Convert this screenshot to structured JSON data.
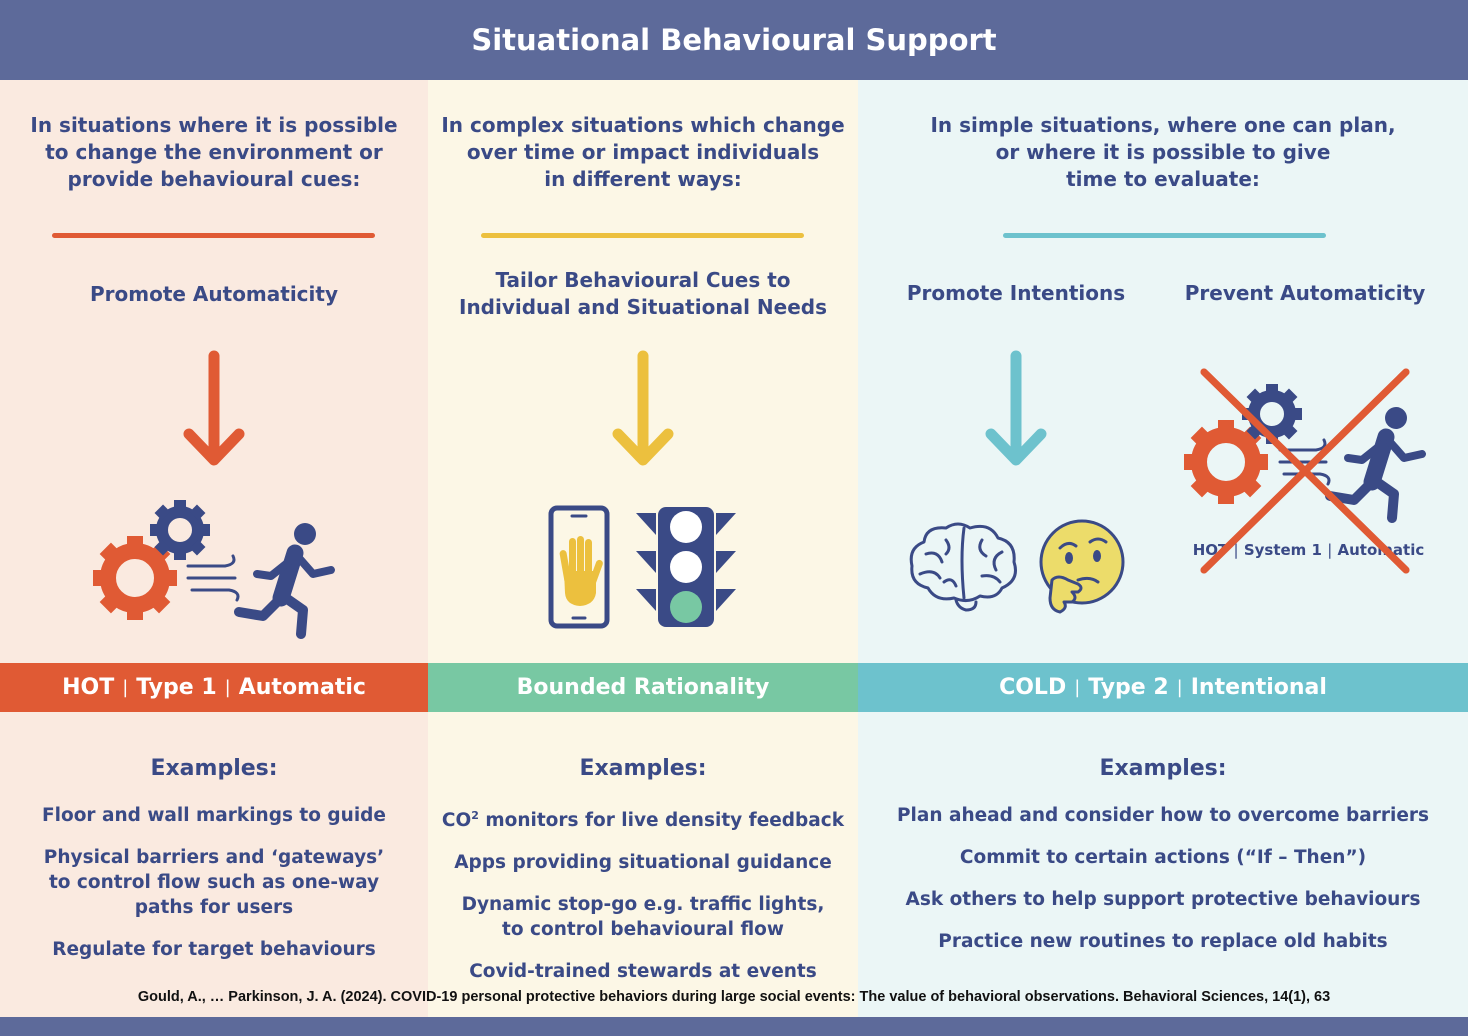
{
  "title": "Situational Behavioural Support",
  "colors": {
    "header": "#5d6a9a",
    "hot": "#e05a34",
    "bounded": "#78c8a3",
    "cold": "#6dc2cd",
    "yellow": "#ecc03e",
    "navy": "#3a4a86"
  },
  "columns": {
    "left": {
      "intro": "In situations where it is possible\nto change the environment or\nprovide behavioural cues:",
      "strategy": "Promote Automaticity",
      "band": {
        "a": "HOT",
        "b": "Type 1",
        "c": "Automatic"
      },
      "examples_title": "Examples:",
      "examples": [
        "Floor and wall markings to guide",
        "Physical barriers and ‘gateways’\nto control flow such as one-way\npaths for users",
        "Regulate for target behaviours"
      ]
    },
    "middle": {
      "intro": "In complex situations which change\nover time or impact individuals\nin different ways:",
      "strategy": "Tailor Behavioural Cues to\nIndividual and Situational Needs",
      "band": "Bounded Rationality",
      "examples_title": "Examples:",
      "examples_first_prefix": "CO",
      "examples_first_sup": "2",
      "examples_first_suffix": " monitors for live density feedback",
      "examples": [
        "Apps providing situational guidance",
        "Dynamic stop-go e.g. traffic lights,\nto control behavioural flow",
        "Covid-trained stewards at events"
      ]
    },
    "right": {
      "intro": "In simple situations, where one can plan,\nor where it is possible to give\ntime to evaluate:",
      "strategy_a": "Promote Intentions",
      "strategy_b": "Prevent Automaticity",
      "crossed_label": {
        "a": "HOT",
        "b": "System 1",
        "c": "Automatic"
      },
      "band": {
        "a": "COLD",
        "b": "Type 2",
        "c": "Intentional"
      },
      "examples_title": "Examples:",
      "examples": [
        "Plan ahead and consider how to overcome barriers",
        "Commit to certain actions (“If – Then”)",
        "Ask others to help support protective behaviours",
        "Practice new routines to replace old habits"
      ]
    }
  },
  "icons": [
    "down-arrow-icon",
    "gears-icon",
    "running-person-icon",
    "motion-lines-icon",
    "smartphone-hand-icon",
    "traffic-light-icon",
    "brain-icon",
    "thinking-face-icon",
    "cross-out-icon"
  ],
  "citation": "Gould, A., … Parkinson, J. A. (2024). COVID-19 personal protective behaviors during large social events: The value of behavioral observations. Behavioral Sciences, 14(1), 63"
}
